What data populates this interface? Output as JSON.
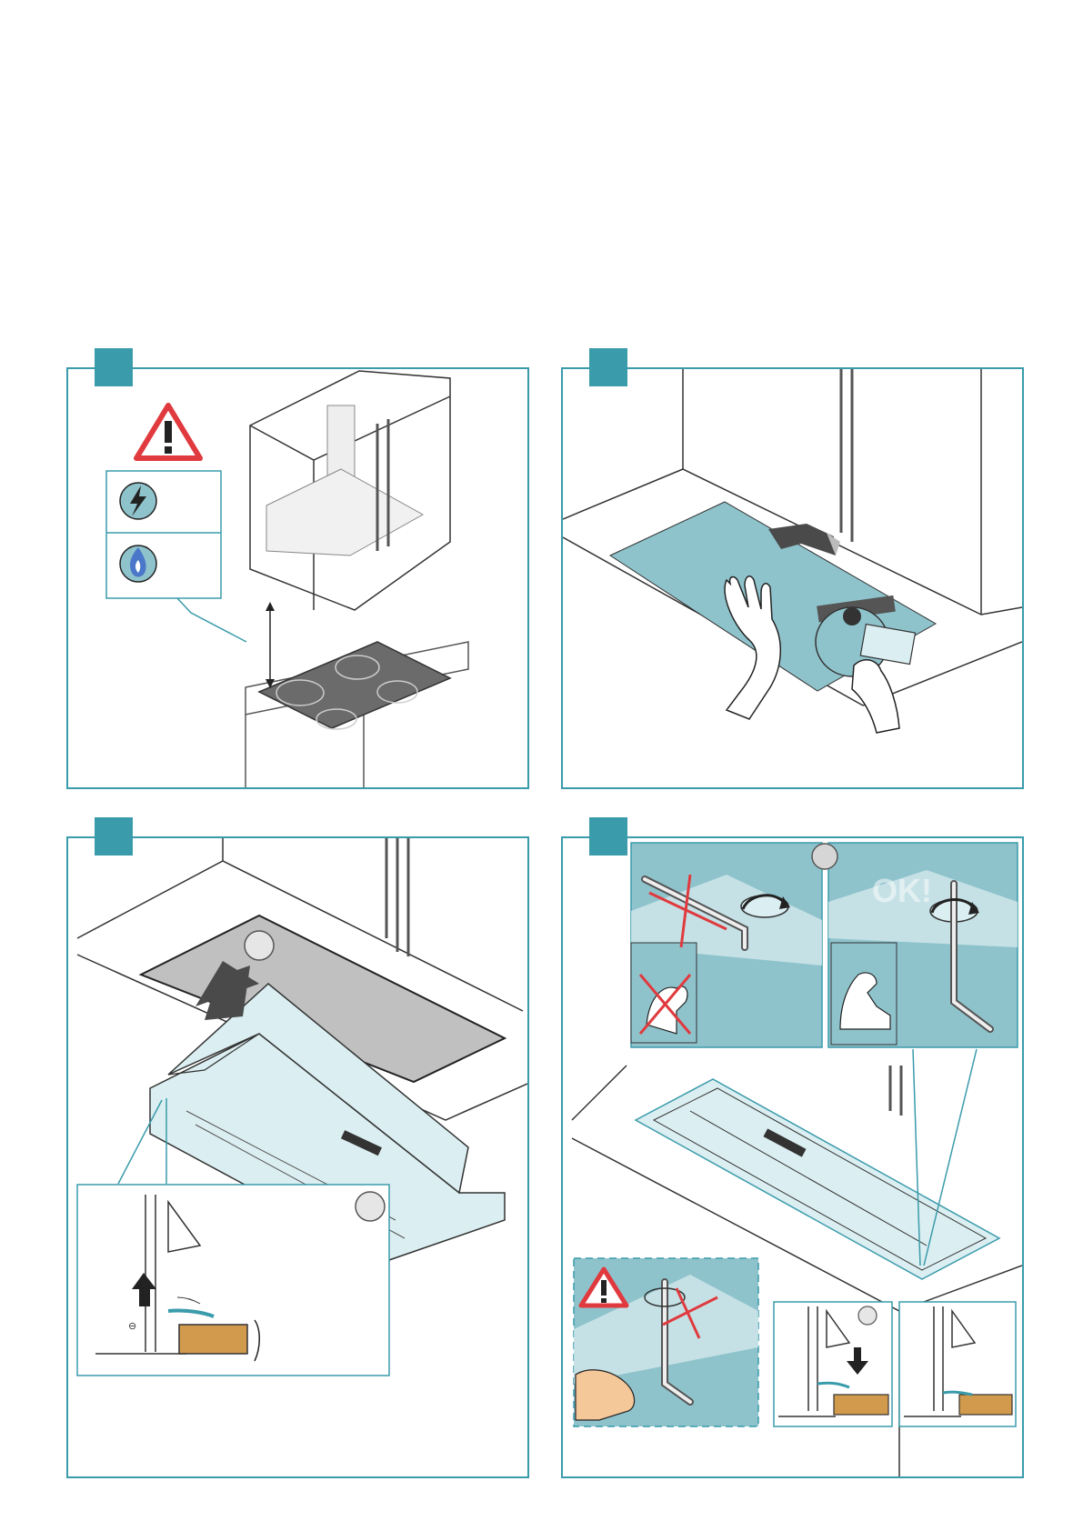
{
  "page": {
    "background": "#ffffff"
  },
  "colors": {
    "frame": "#3a9bab",
    "panel_fill": "#8fc3cc",
    "light_fill": "#dbeef1",
    "steel": "#c9c9c9",
    "wood": "#d29a4c",
    "warning_red": "#e03a3e",
    "gas_blue": "#4a77c9",
    "cross_red": "#e03a3e"
  },
  "steps": [
    {
      "id": "step-1",
      "icons": [
        "warning-triangle-icon",
        "electric-bolt-icon",
        "gas-flame-icon"
      ]
    },
    {
      "id": "step-2",
      "icons": [
        "jigsaw-icon",
        "push-arrow-icon"
      ]
    },
    {
      "id": "step-3",
      "icons": [
        "lift-arrow-icon",
        "up-arrow-icon"
      ]
    },
    {
      "id": "step-4",
      "icons": [
        "cross-icon",
        "rotate-arrow-icon",
        "warning-triangle-icon",
        "down-arrow-icon"
      ]
    }
  ],
  "labels": {
    "ok_watermark": "OK!"
  }
}
